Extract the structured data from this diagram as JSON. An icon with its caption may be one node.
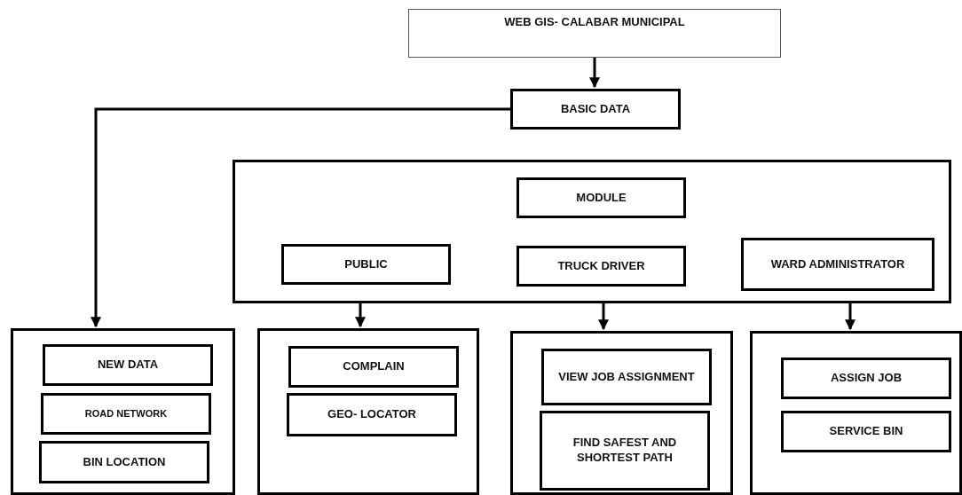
{
  "diagram": {
    "nodes": [
      {
        "text": [
          "WEB GIS- CALABAR MUNICIPAL"
        ]
      },
      {
        "text": [
          "BASIC DATA"
        ]
      },
      {
        "text": [],
        "shape": "box"
      },
      {
        "text": [
          "MODULE"
        ],
        "in": 2
      },
      {
        "text": [
          "PUBLIC"
        ],
        "in": 2
      },
      {
        "text": [
          "TRUCK DRIVER"
        ],
        "in": 2
      },
      {
        "text": [
          "WARD ADMINISTRATOR"
        ],
        "in": 2
      },
      {
        "text": [],
        "shape": "box"
      },
      {
        "text": [
          "NEW DATA"
        ],
        "in": 7
      },
      {
        "text": [
          "ROAD NETWORK"
        ],
        "in": 7
      },
      {
        "text": [
          "BIN LOCATION"
        ],
        "in": 7
      },
      {
        "text": [],
        "shape": "box"
      },
      {
        "text": [
          "COMPLAIN"
        ],
        "in": 11
      },
      {
        "text": [
          "GEO- LOCATOR"
        ],
        "in": 11
      },
      {
        "text": [],
        "shape": "box"
      },
      {
        "text": [
          "VIEW JOB ASSIGNMENT"
        ],
        "in": 14
      },
      {
        "text": [
          "FIND SAFEST AND SHORTEST PATH"
        ],
        "in": 14
      },
      {
        "text": [],
        "shape": "box"
      },
      {
        "text": [
          "ASSIGN JOB"
        ],
        "in": 17
      },
      {
        "text": [
          "SERVICE BIN"
        ],
        "in": 17
      }
    ],
    "edges": [
      {
        "from": 0,
        "to": 1,
        "arrow": "to"
      },
      {
        "from": 1,
        "to": 7,
        "arrow": "to"
      },
      {
        "from": 4,
        "to": 11,
        "arrow": "to"
      },
      {
        "from": 5,
        "to": 14,
        "arrow": "to"
      },
      {
        "from": 6,
        "to": 17,
        "arrow": "to"
      }
    ]
  }
}
